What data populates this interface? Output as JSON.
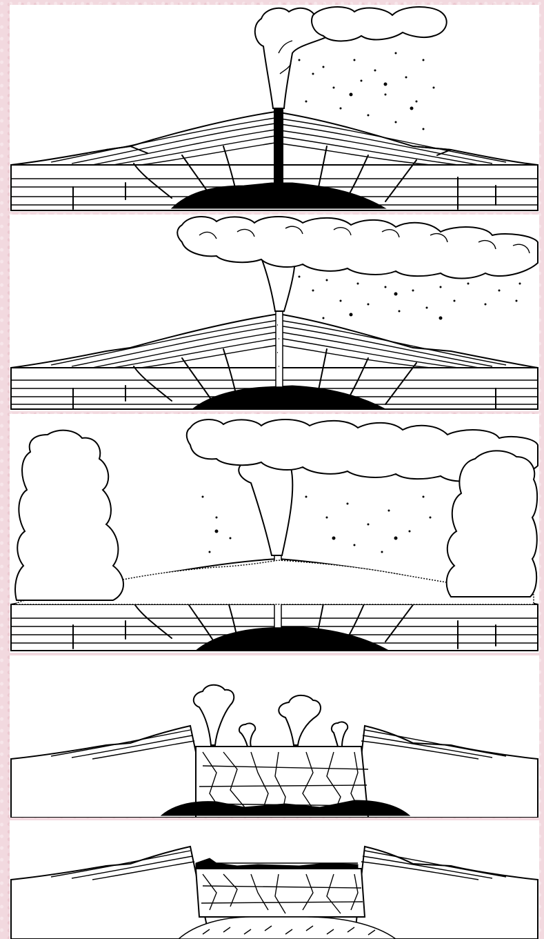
{
  "figure": {
    "panels": [
      {
        "id": "stage-1",
        "features": [
          "eruption-column",
          "ash-cloud",
          "volcano-cone",
          "magma-chamber",
          "conduit"
        ]
      },
      {
        "id": "stage-2",
        "features": [
          "eruption-column",
          "large-ash-cloud",
          "volcano-cone",
          "magma-chamber",
          "conduit"
        ]
      },
      {
        "id": "stage-3",
        "features": [
          "collapsing-column",
          "pyroclastic-flows",
          "volcano-cone",
          "magma-chamber",
          "conduit"
        ]
      },
      {
        "id": "stage-4",
        "features": [
          "caldera-collapse",
          "fumaroles",
          "collapsed-blocks",
          "partially-emptied-chamber"
        ]
      },
      {
        "id": "stage-5",
        "features": [
          "caldera-lake",
          "collapsed-blocks",
          "solidified-chamber"
        ]
      }
    ],
    "colors": {
      "background": "#f2d9df",
      "panel": "#ffffff",
      "ink": "#000000"
    }
  }
}
